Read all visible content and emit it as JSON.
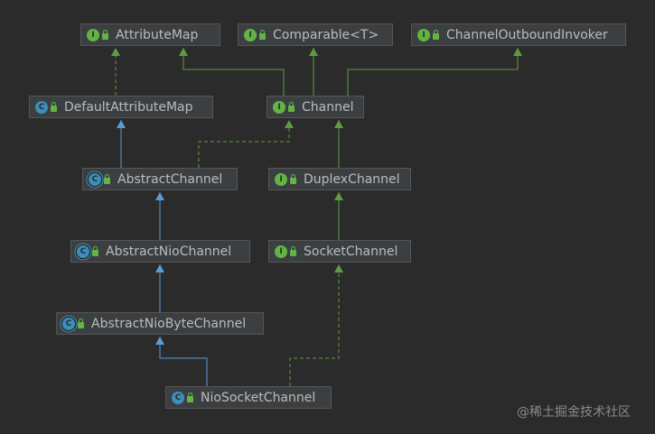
{
  "nodes": {
    "attribute_map": {
      "label": "AttributeMap",
      "kind": "interface"
    },
    "comparable": {
      "label": "Comparable<T>",
      "kind": "interface"
    },
    "channel_outbound_invoker": {
      "label": "ChannelOutboundInvoker",
      "kind": "interface"
    },
    "default_attribute_map": {
      "label": "DefaultAttributeMap",
      "kind": "class"
    },
    "channel": {
      "label": "Channel",
      "kind": "interface"
    },
    "abstract_channel": {
      "label": "AbstractChannel",
      "kind": "abstract-class"
    },
    "duplex_channel": {
      "label": "DuplexChannel",
      "kind": "interface"
    },
    "abstract_nio_channel": {
      "label": "AbstractNioChannel",
      "kind": "abstract-class"
    },
    "socket_channel": {
      "label": "SocketChannel",
      "kind": "interface"
    },
    "abstract_nio_byte_channel": {
      "label": "AbstractNioByteChannel",
      "kind": "abstract-class"
    },
    "nio_socket_channel": {
      "label": "NioSocketChannel",
      "kind": "class"
    }
  },
  "edges": [
    {
      "from": "default_attribute_map",
      "to": "attribute_map",
      "type": "implements"
    },
    {
      "from": "channel",
      "to": "attribute_map",
      "type": "extends-interface"
    },
    {
      "from": "channel",
      "to": "comparable",
      "type": "extends-interface"
    },
    {
      "from": "channel",
      "to": "channel_outbound_invoker",
      "type": "extends-interface"
    },
    {
      "from": "abstract_channel",
      "to": "default_attribute_map",
      "type": "extends"
    },
    {
      "from": "abstract_channel",
      "to": "channel",
      "type": "implements"
    },
    {
      "from": "duplex_channel",
      "to": "channel",
      "type": "extends-interface"
    },
    {
      "from": "abstract_nio_channel",
      "to": "abstract_channel",
      "type": "extends"
    },
    {
      "from": "socket_channel",
      "to": "duplex_channel",
      "type": "extends-interface"
    },
    {
      "from": "abstract_nio_byte_channel",
      "to": "abstract_nio_channel",
      "type": "extends"
    },
    {
      "from": "nio_socket_channel",
      "to": "abstract_nio_byte_channel",
      "type": "extends"
    },
    {
      "from": "nio_socket_channel",
      "to": "socket_channel",
      "type": "implements"
    }
  ],
  "colors": {
    "class_edge": "#5a9bd8",
    "interface_edge": "#5f9b45",
    "background": "#2b2b2b"
  },
  "watermark": "@稀土掘金技术社区"
}
